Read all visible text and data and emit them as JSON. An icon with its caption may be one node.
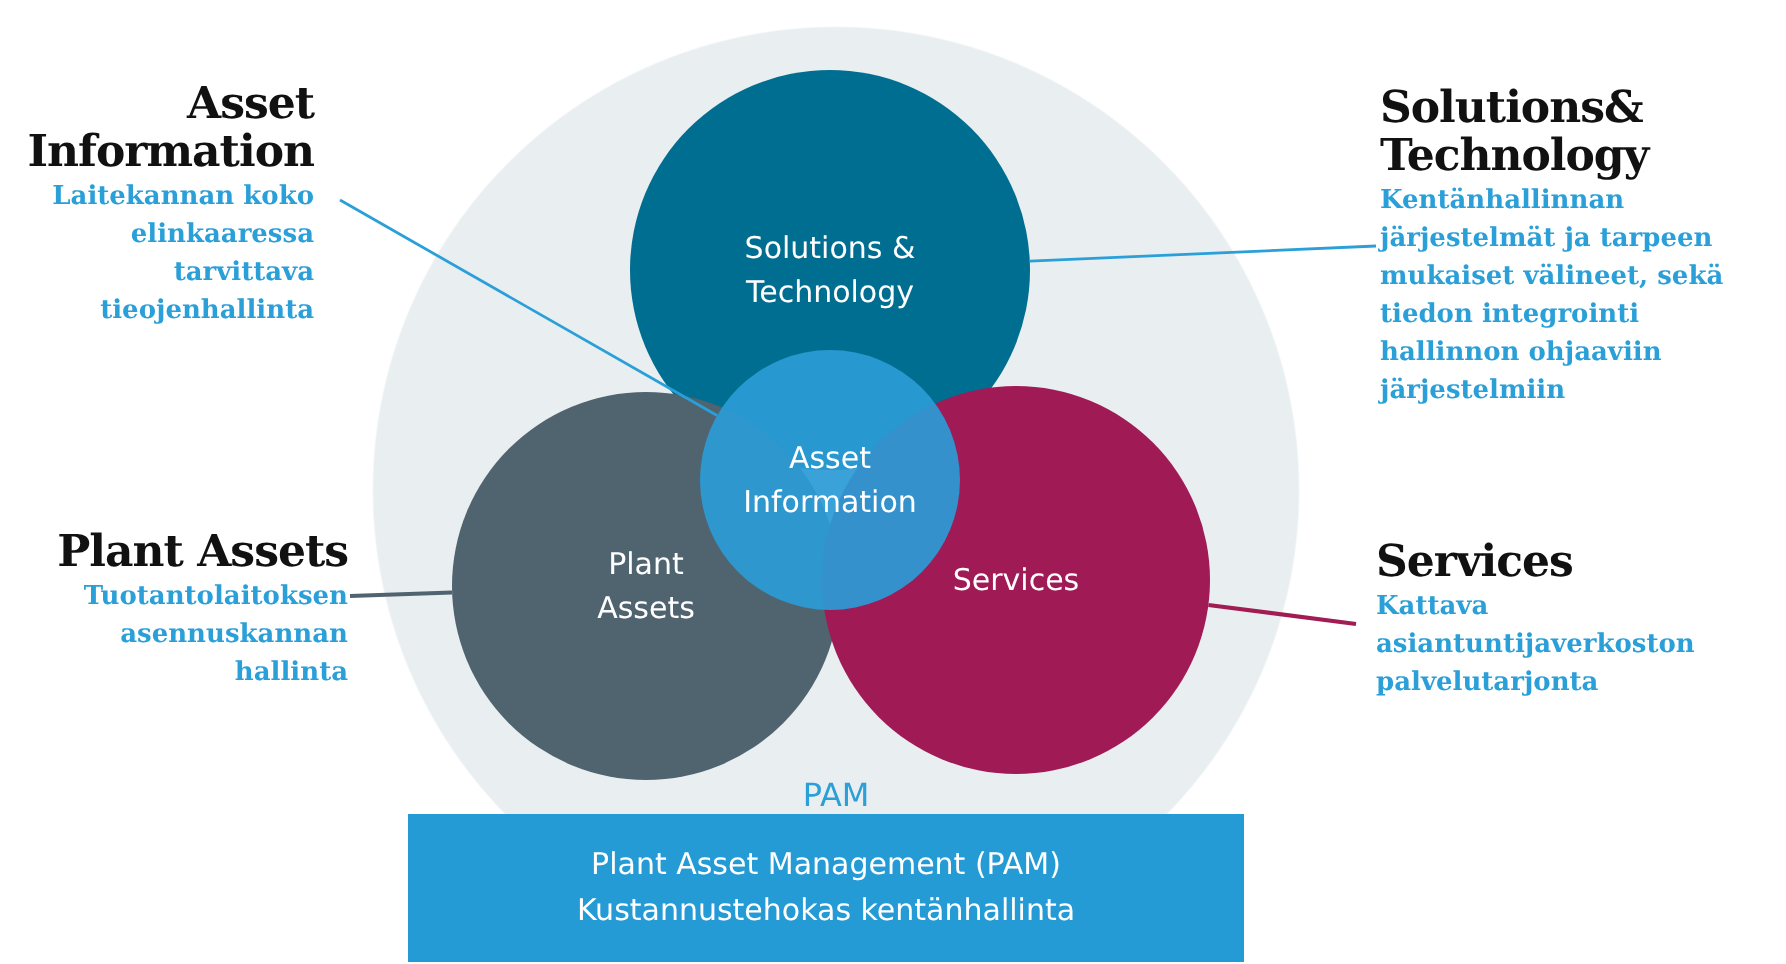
{
  "diagram": {
    "nodes": [
      {
        "text": [
          "PAM"
        ]
      },
      {
        "text": [
          "Solutions & Technology"
        ],
        "in": 0
      },
      {
        "text": [
          "Plant Assets"
        ],
        "in": 0
      },
      {
        "text": [
          "Services"
        ],
        "in": 0
      },
      {
        "text": [
          "Asset Information"
        ],
        "in": 0
      },
      {
        "text": [
          "Plant Asset Management (PAM)",
          "Kustannustehokas kentänhallinta"
        ]
      },
      {
        "text": [
          "Asset Information",
          "Laitekannan koko elinkaaressa tarvittava tieojenhallinta"
        ]
      },
      {
        "text": [
          "Solutions& Technology",
          "Kentänhallinnan järjestelmät ja tarpeen mukaiset välineet, sekä tiedon integrointi hallinnon ohjaaviin järjestelmiin"
        ]
      },
      {
        "text": [
          "Plant Assets",
          "Tuotantolaitoksen asennuskannan hallinta"
        ]
      },
      {
        "text": [
          "Services",
          "Kattava asiantuntijaverkoston palvelutarjonta"
        ]
      }
    ],
    "edges": [
      {
        "from": 6,
        "to": 4,
        "arrow": "none"
      },
      {
        "from": 7,
        "to": 1,
        "arrow": "none"
      },
      {
        "from": 8,
        "to": 2,
        "arrow": "none",
        "color": "#4f6470"
      },
      {
        "from": 9,
        "to": 3,
        "arrow": "none",
        "color": "#a01c52"
      }
    ]
  }
}
